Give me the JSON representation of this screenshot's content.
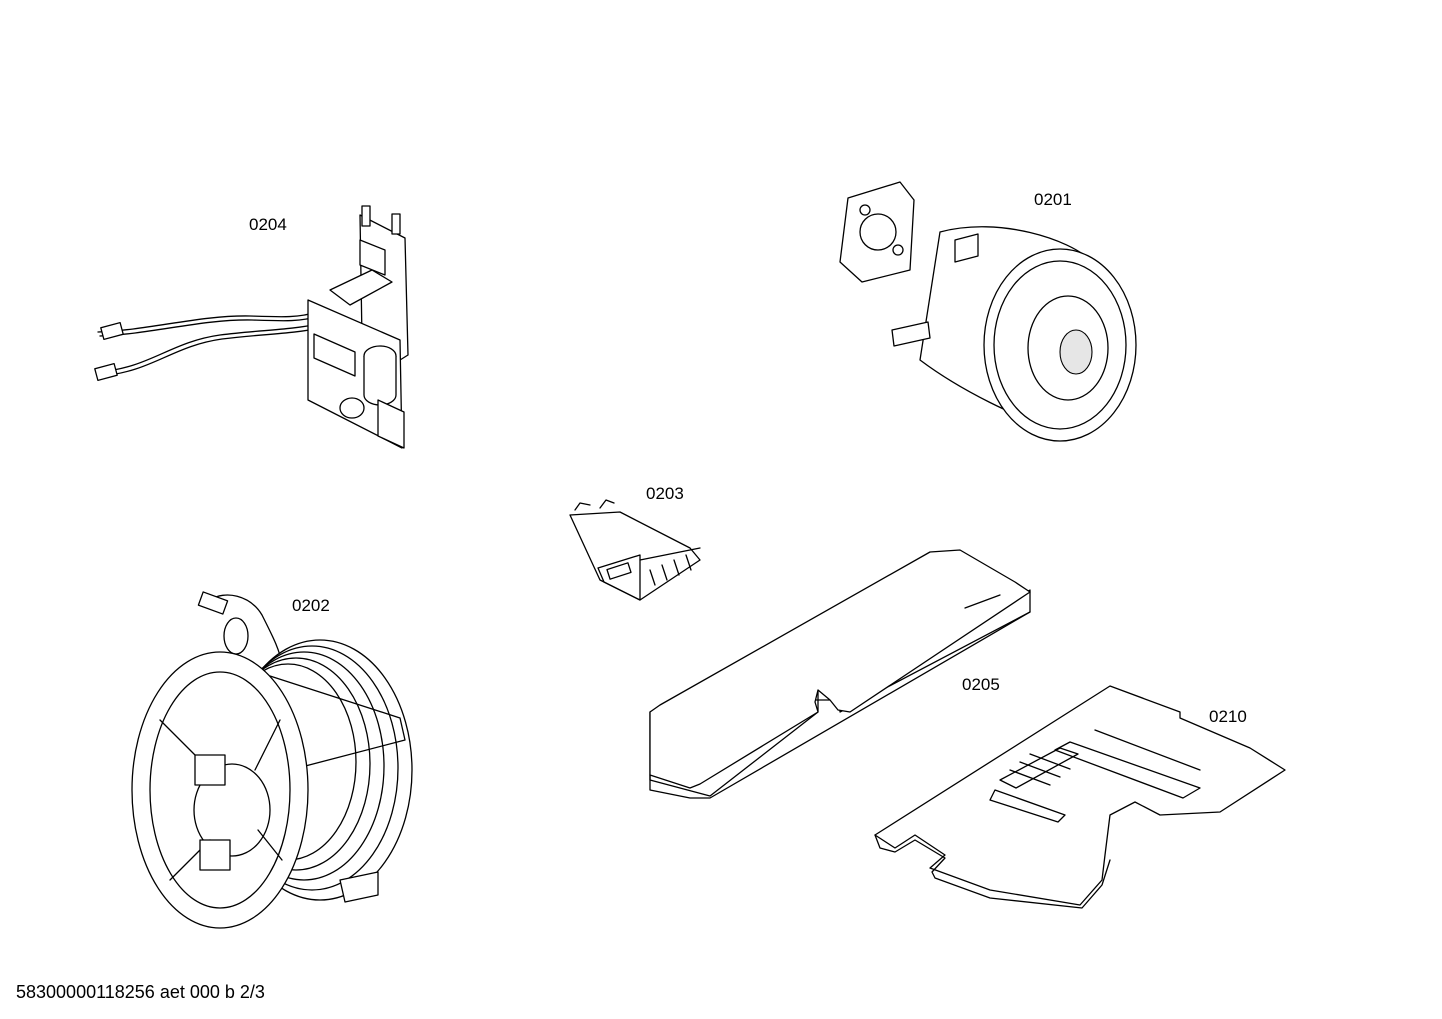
{
  "labels": {
    "p0201": "0201",
    "p0202": "0202",
    "p0203": "0203",
    "p0204": "0204",
    "p0205": "0205",
    "p0210": "0210"
  },
  "footer": {
    "document_id": "58300000118256 aet 000 b 2/3"
  },
  "colors": {
    "line": "#000000",
    "background": "#ffffff",
    "shade": "#e6e6e6"
  }
}
